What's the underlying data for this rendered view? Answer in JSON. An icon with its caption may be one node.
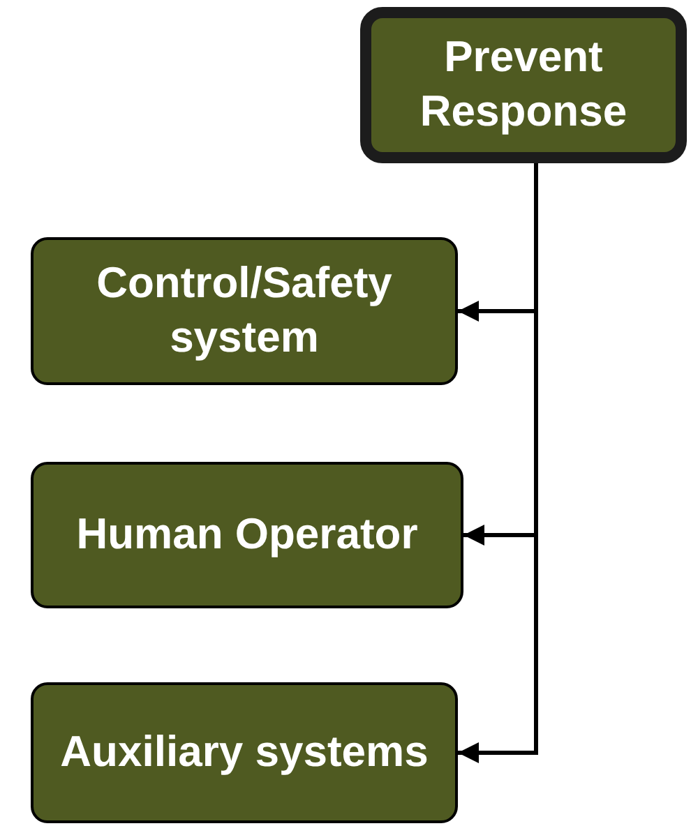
{
  "diagram": {
    "nodes": [
      {
        "text": [
          "Prevent Response"
        ]
      },
      {
        "text": [
          "Control/Safety system"
        ]
      },
      {
        "text": [
          "Human Operator"
        ]
      },
      {
        "text": [
          "Auxiliary systems"
        ]
      }
    ],
    "edges": [
      {
        "from": 0,
        "to": 1,
        "arrow": "to"
      },
      {
        "from": 0,
        "to": 2,
        "arrow": "to"
      },
      {
        "from": 0,
        "to": 3,
        "arrow": "to"
      }
    ]
  }
}
